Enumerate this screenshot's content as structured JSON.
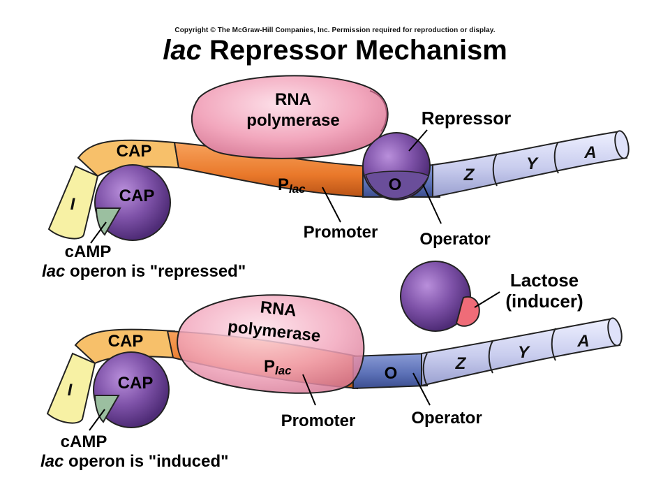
{
  "header": {
    "copyright": "Copyright © The McGraw-Hill Companies, Inc. Permission required for reproduction or display.",
    "title_italic": "lac",
    "title_rest": " Repressor Mechanism"
  },
  "top": {
    "rna_polymerase_line1": "RNA",
    "rna_polymerase_line2": "polymerase",
    "repressor": "Repressor",
    "cap_dna": "CAP",
    "cap_protein": "CAP",
    "gene_i": "I",
    "plac_p": "P",
    "plac_sub": "lac",
    "operator_o": "O",
    "gene_z": "Z",
    "gene_y": "Y",
    "gene_a": "A",
    "promoter": "Promoter",
    "operator": "Operator",
    "camp": "cAMP",
    "status_italic": "lac",
    "status_rest": " operon is \"repressed\""
  },
  "middle": {
    "lactose": "Lactose",
    "inducer": "(inducer)"
  },
  "bottom": {
    "rna_polymerase_line1": "RNA",
    "rna_polymerase_line2": "polymerase",
    "cap_dna": "CAP",
    "cap_protein": "CAP",
    "gene_i": "I",
    "plac_p": "P",
    "plac_sub": "lac",
    "operator_o": "O",
    "gene_z": "Z",
    "gene_y": "Y",
    "gene_a": "A",
    "promoter": "Promoter",
    "operator": "Operator",
    "camp": "cAMP",
    "status_italic": "lac",
    "status_rest": " operon is \"induced\""
  },
  "colors": {
    "rna_polymerase": "#f2a7bd",
    "protein_purple": "#7e52a8",
    "promoter_orange": "#e9782a",
    "cap_region": "#f7c06a",
    "gene_i": "#f7f1a4",
    "operator_blue": "#5a6fb5",
    "genes_lavender": "#c9cdee",
    "camp_green": "#9bbfa0",
    "lactose_pink": "#ef6c78"
  }
}
